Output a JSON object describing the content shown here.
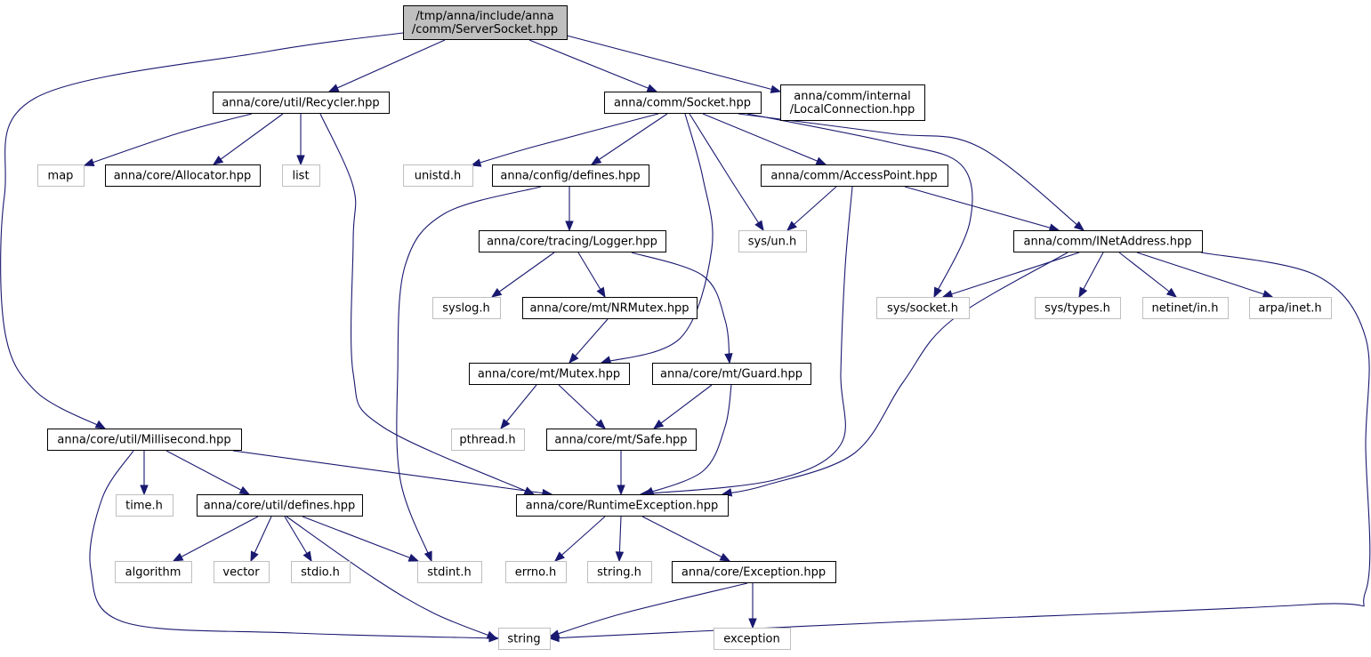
{
  "graph": {
    "root": "ServerSocket",
    "nodes": [
      {
        "id": "ServerSocket",
        "kind": "root",
        "lines": [
          "/tmp/anna/include/anna",
          "/comm/ServerSocket.hpp"
        ]
      },
      {
        "id": "Recycler",
        "kind": "internal",
        "lines": [
          "anna/core/util/Recycler.hpp"
        ]
      },
      {
        "id": "Socket",
        "kind": "internal",
        "lines": [
          "anna/comm/Socket.hpp"
        ]
      },
      {
        "id": "LocalConnection",
        "kind": "internal",
        "lines": [
          "anna/comm/internal",
          "/LocalConnection.hpp"
        ]
      },
      {
        "id": "map",
        "kind": "external",
        "lines": [
          "map"
        ]
      },
      {
        "id": "Allocator",
        "kind": "internal",
        "lines": [
          "anna/core/Allocator.hpp"
        ]
      },
      {
        "id": "list",
        "kind": "external",
        "lines": [
          "list"
        ]
      },
      {
        "id": "unistd",
        "kind": "external",
        "lines": [
          "unistd.h"
        ]
      },
      {
        "id": "configdefines",
        "kind": "internal",
        "lines": [
          "anna/config/defines.hpp"
        ]
      },
      {
        "id": "AccessPoint",
        "kind": "internal",
        "lines": [
          "anna/comm/AccessPoint.hpp"
        ]
      },
      {
        "id": "sysun",
        "kind": "external",
        "lines": [
          "sys/un.h"
        ]
      },
      {
        "id": "INetAddress",
        "kind": "internal",
        "lines": [
          "anna/comm/INetAddress.hpp"
        ]
      },
      {
        "id": "Logger",
        "kind": "internal",
        "lines": [
          "anna/core/tracing/Logger.hpp"
        ]
      },
      {
        "id": "syslog",
        "kind": "external",
        "lines": [
          "syslog.h"
        ]
      },
      {
        "id": "NRMutex",
        "kind": "internal",
        "lines": [
          "anna/core/mt/NRMutex.hpp"
        ]
      },
      {
        "id": "syssocket",
        "kind": "external",
        "lines": [
          "sys/socket.h"
        ]
      },
      {
        "id": "systypes",
        "kind": "external",
        "lines": [
          "sys/types.h"
        ]
      },
      {
        "id": "netinet",
        "kind": "external",
        "lines": [
          "netinet/in.h"
        ]
      },
      {
        "id": "arpainet",
        "kind": "external",
        "lines": [
          "arpa/inet.h"
        ]
      },
      {
        "id": "Mutex",
        "kind": "internal",
        "lines": [
          "anna/core/mt/Mutex.hpp"
        ]
      },
      {
        "id": "Guard",
        "kind": "internal",
        "lines": [
          "anna/core/mt/Guard.hpp"
        ]
      },
      {
        "id": "pthread",
        "kind": "external",
        "lines": [
          "pthread.h"
        ]
      },
      {
        "id": "Safe",
        "kind": "internal",
        "lines": [
          "anna/core/mt/Safe.hpp"
        ]
      },
      {
        "id": "Millisecond",
        "kind": "internal",
        "lines": [
          "anna/core/util/Millisecond.hpp"
        ]
      },
      {
        "id": "timeh",
        "kind": "external",
        "lines": [
          "time.h"
        ]
      },
      {
        "id": "utildefines",
        "kind": "internal",
        "lines": [
          "anna/core/util/defines.hpp"
        ]
      },
      {
        "id": "RuntimeException",
        "kind": "internal",
        "lines": [
          "anna/core/RuntimeException.hpp"
        ]
      },
      {
        "id": "algorithm",
        "kind": "external",
        "lines": [
          "algorithm"
        ]
      },
      {
        "id": "vector",
        "kind": "external",
        "lines": [
          "vector"
        ]
      },
      {
        "id": "stdio",
        "kind": "external",
        "lines": [
          "stdio.h"
        ]
      },
      {
        "id": "stdint",
        "kind": "external",
        "lines": [
          "stdint.h"
        ]
      },
      {
        "id": "errno",
        "kind": "external",
        "lines": [
          "errno.h"
        ]
      },
      {
        "id": "stringh",
        "kind": "external",
        "lines": [
          "string.h"
        ]
      },
      {
        "id": "Exception",
        "kind": "internal",
        "lines": [
          "anna/core/Exception.hpp"
        ]
      },
      {
        "id": "string",
        "kind": "external",
        "lines": [
          "string"
        ]
      },
      {
        "id": "exception",
        "kind": "external",
        "lines": [
          "exception"
        ]
      }
    ],
    "edges": [
      [
        "ServerSocket",
        "Recycler"
      ],
      [
        "ServerSocket",
        "Socket"
      ],
      [
        "ServerSocket",
        "LocalConnection"
      ],
      [
        "ServerSocket",
        "Millisecond"
      ],
      [
        "Recycler",
        "map"
      ],
      [
        "Recycler",
        "Allocator"
      ],
      [
        "Recycler",
        "list"
      ],
      [
        "Recycler",
        "RuntimeException"
      ],
      [
        "Socket",
        "unistd"
      ],
      [
        "Socket",
        "configdefines"
      ],
      [
        "Socket",
        "AccessPoint"
      ],
      [
        "Socket",
        "sysun"
      ],
      [
        "Socket",
        "INetAddress"
      ],
      [
        "Socket",
        "syssocket"
      ],
      [
        "Socket",
        "Mutex"
      ],
      [
        "configdefines",
        "Logger"
      ],
      [
        "configdefines",
        "stdint"
      ],
      [
        "AccessPoint",
        "sysun"
      ],
      [
        "AccessPoint",
        "INetAddress"
      ],
      [
        "AccessPoint",
        "RuntimeException"
      ],
      [
        "INetAddress",
        "syssocket"
      ],
      [
        "INetAddress",
        "systypes"
      ],
      [
        "INetAddress",
        "netinet"
      ],
      [
        "INetAddress",
        "arpainet"
      ],
      [
        "INetAddress",
        "RuntimeException"
      ],
      [
        "INetAddress",
        "string"
      ],
      [
        "Logger",
        "syslog"
      ],
      [
        "Logger",
        "NRMutex"
      ],
      [
        "Logger",
        "Guard"
      ],
      [
        "NRMutex",
        "Mutex"
      ],
      [
        "Mutex",
        "pthread"
      ],
      [
        "Mutex",
        "Safe"
      ],
      [
        "Guard",
        "Safe"
      ],
      [
        "Guard",
        "RuntimeException"
      ],
      [
        "Safe",
        "RuntimeException"
      ],
      [
        "Millisecond",
        "timeh"
      ],
      [
        "Millisecond",
        "utildefines"
      ],
      [
        "Millisecond",
        "RuntimeException"
      ],
      [
        "Millisecond",
        "string"
      ],
      [
        "utildefines",
        "algorithm"
      ],
      [
        "utildefines",
        "vector"
      ],
      [
        "utildefines",
        "stdio"
      ],
      [
        "utildefines",
        "stdint"
      ],
      [
        "utildefines",
        "string"
      ],
      [
        "RuntimeException",
        "errno"
      ],
      [
        "RuntimeException",
        "stringh"
      ],
      [
        "RuntimeException",
        "Exception"
      ],
      [
        "Exception",
        "string"
      ],
      [
        "Exception",
        "exception"
      ]
    ]
  }
}
